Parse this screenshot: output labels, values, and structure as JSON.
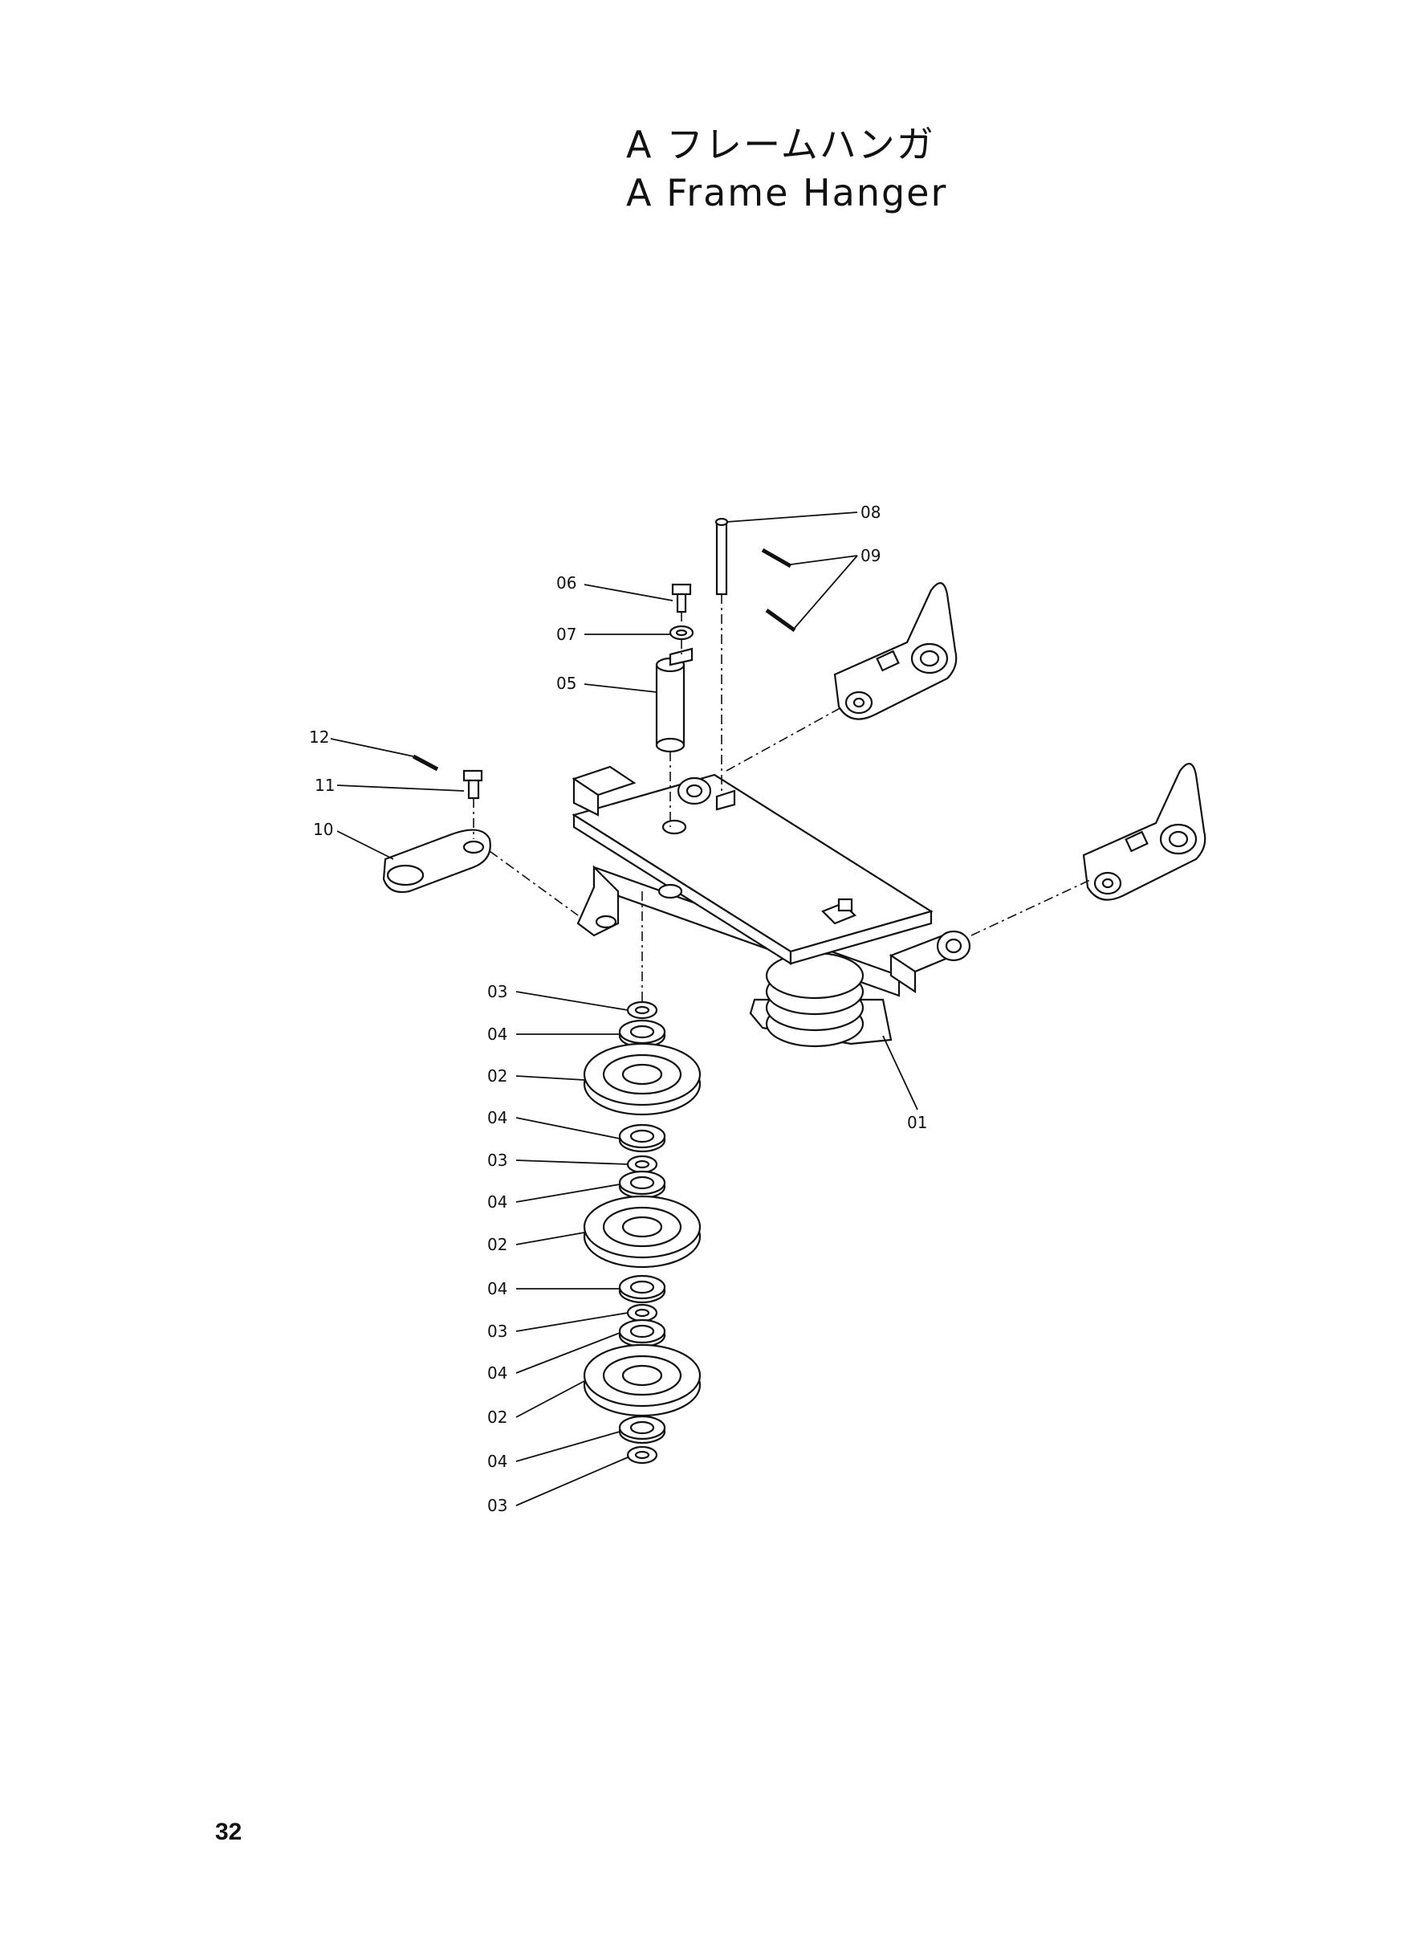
{
  "title": {
    "japanese": "A フレームハンガ",
    "english": "A Frame Hanger"
  },
  "page_number": "32",
  "callouts": {
    "p01": "01",
    "p02": "02",
    "p03": "03",
    "p04": "04",
    "p05": "05",
    "p06": "06",
    "p07": "07",
    "p08": "08",
    "p09": "09",
    "p10": "10",
    "p11": "11",
    "p12": "12"
  }
}
